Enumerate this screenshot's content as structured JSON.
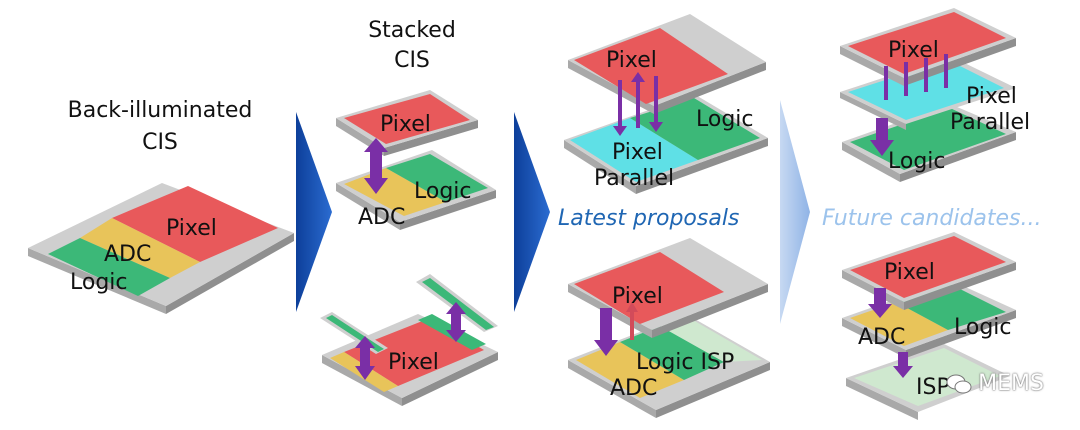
{
  "columns": {
    "back_illuminated": {
      "title_line1": "Back-illuminated",
      "title_line2": "CIS",
      "labels": {
        "pixel": "Pixel",
        "adc": "ADC",
        "logic": "Logic"
      }
    },
    "stacked": {
      "title_line1": "Stacked",
      "title_line2": "CIS",
      "top_labels": {
        "pixel": "Pixel",
        "logic": "Logic",
        "adc": "ADC"
      },
      "bottom_labels": {
        "pixel": "Pixel"
      }
    },
    "latest": {
      "caption": "Latest proposals",
      "top_labels": {
        "pixel": "Pixel",
        "logic": "Logic",
        "pixel_parallel_1": "Pixel",
        "pixel_parallel_2": "Parallel"
      },
      "bottom_labels": {
        "pixel": "Pixel",
        "logic_isp": "Logic ISP",
        "adc": "ADC"
      }
    },
    "future": {
      "caption": "Future candidates...",
      "top_labels": {
        "pixel": "Pixel",
        "pixel_parallel_1": "Pixel",
        "pixel_parallel_2": "Parallel",
        "logic": "Logic"
      },
      "bottom_labels": {
        "pixel": "Pixel",
        "adc": "ADC",
        "logic": "Logic",
        "isp": "ISP"
      }
    }
  },
  "watermark": {
    "text": "MEMS"
  },
  "colors": {
    "pixel": "#e8595b",
    "logic": "#3cb878",
    "adc": "#e8c45a",
    "parallel": "#5fe0e6",
    "isp": "#cfe8cf",
    "substrate": "#cfcfcf",
    "arrow_purple": "#7a2fa6",
    "chevron_blue": "#1c4fa8",
    "chevron_light": "#a8c4ea",
    "caption_blue": "#1f66b3",
    "caption_light": "#9cc3ec"
  }
}
